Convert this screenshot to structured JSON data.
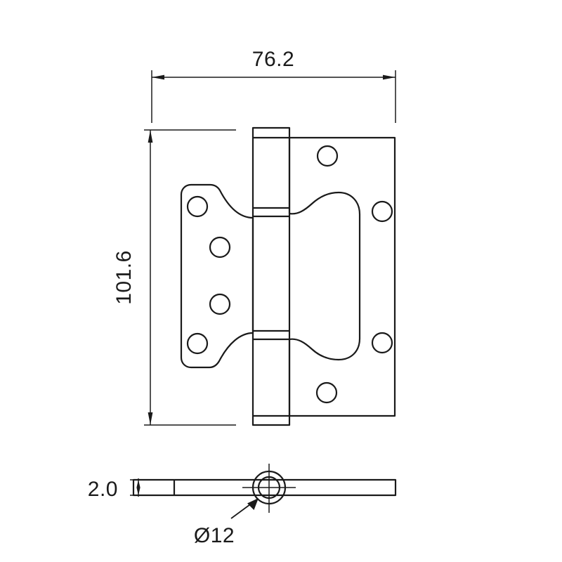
{
  "drawing": {
    "title": "Butt hinge technical drawing",
    "units": "mm",
    "line_color": "#1a1a1a",
    "background_color": "#ffffff",
    "dimensions": {
      "width": {
        "label": "76.2",
        "name": "overall-width",
        "orientation": "horizontal"
      },
      "height": {
        "label": "101.6",
        "name": "overall-height",
        "orientation": "vertical"
      },
      "thickness": {
        "label": "2.0",
        "name": "plate-thickness",
        "orientation": "vertical"
      },
      "hole_diameter": {
        "label": "Ø12",
        "name": "knuckle-bore-diameter",
        "orientation": "leader"
      }
    },
    "views": {
      "front": {
        "name": "front-view",
        "left_leaf": {
          "name": "left-leaf",
          "hole_count": 4
        },
        "knuckle": {
          "name": "knuckle-barrel",
          "segments": 3
        },
        "right_leaf": {
          "name": "right-leaf",
          "hole_count": 4
        }
      },
      "edge": {
        "name": "edge-view",
        "bore": {
          "name": "bore-circles",
          "circle_count": 2
        }
      }
    }
  }
}
